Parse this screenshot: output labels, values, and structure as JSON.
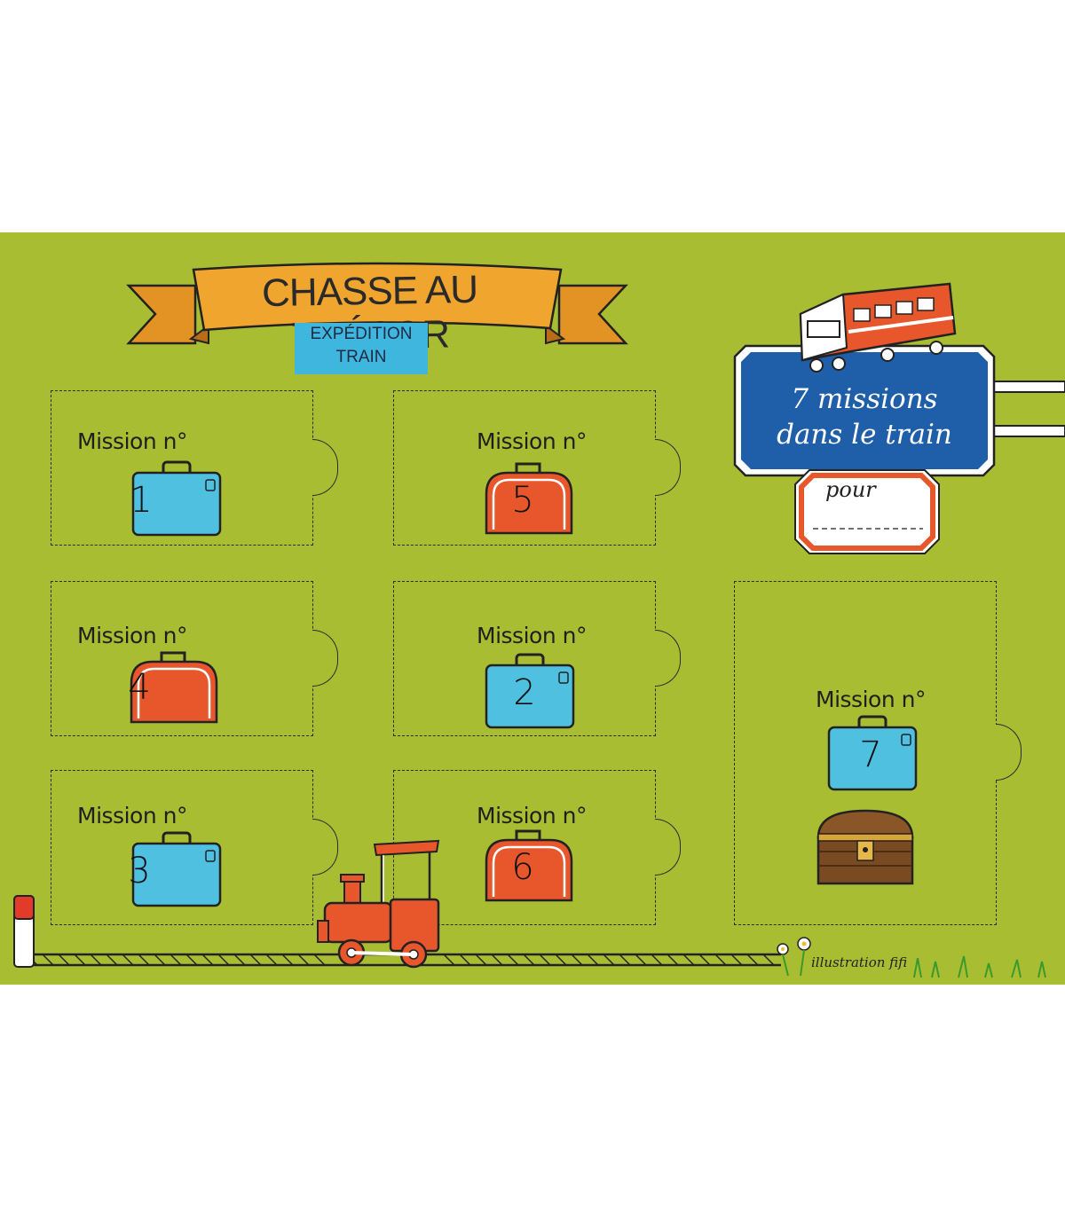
{
  "banner": {
    "title": "CHASSE AU TRÉSOR",
    "subtitle_line1": "EXPÉDITION",
    "subtitle_line2": "TRAIN"
  },
  "sign": {
    "line1": "7 missions",
    "line2": "dans le train",
    "tag_label": "pour"
  },
  "missions": [
    {
      "label": "Mission n°",
      "number": "1",
      "bag": "blue-suitcase-icon"
    },
    {
      "label": "Mission n°",
      "number": "5",
      "bag": "orange-bag-icon"
    },
    {
      "label": "Mission n°",
      "number": "4",
      "bag": "orange-bag-icon"
    },
    {
      "label": "Mission n°",
      "number": "2",
      "bag": "blue-suitcase-icon"
    },
    {
      "label": "Mission n°",
      "number": "3",
      "bag": "blue-suitcase-icon"
    },
    {
      "label": "Mission n°",
      "number": "6",
      "bag": "orange-bag-icon"
    },
    {
      "label": "Mission n°",
      "number": "7",
      "bag": "blue-suitcase-icon"
    }
  ],
  "credit": "illustration fifi",
  "colors": {
    "background": "#a9bd33",
    "banner": "#f0a52f",
    "subtitle_box": "#3eb6de",
    "sign_blue": "#1f5ea8",
    "suitcase_blue": "#4fc0e0",
    "bag_orange": "#e8572b",
    "train_orange": "#e8572b",
    "chest_brown": "#7a4a22"
  }
}
